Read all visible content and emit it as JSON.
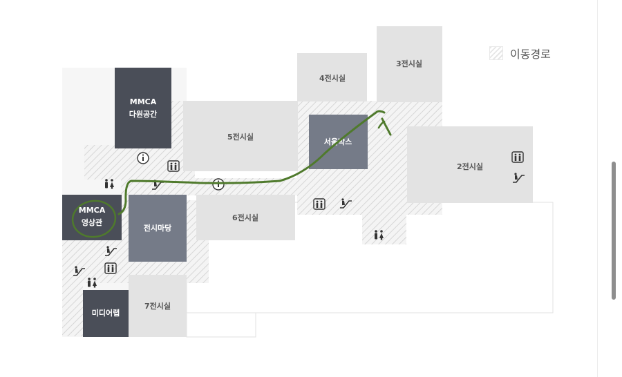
{
  "map": {
    "rooms": {
      "mmca_multi": [
        "MMCA",
        "다원공간"
      ],
      "room5": "5전시실",
      "room4": "4전시실",
      "room3": "3전시실",
      "room2": "2전시실",
      "seoul_box": "서울박스",
      "mmca_cinema": [
        "MMCA",
        "영상관"
      ],
      "exhibition_yard": "전시마당",
      "room6": "6전시실",
      "room7": "7전시실",
      "media_lab": "미디어랩"
    }
  },
  "legend": {
    "label": "이동경로"
  },
  "colors": {
    "floor": "#eeeeee",
    "room_light": "#e3e3e3",
    "room_dark": "#4a4e58",
    "room_mid": "#757b88",
    "hatch": "#d8d8d8",
    "route": "#4f7a2c",
    "icon": "#333333"
  },
  "icons": [
    "info-icon",
    "restroom-icon",
    "elevator-icon",
    "escalator-icon"
  ]
}
